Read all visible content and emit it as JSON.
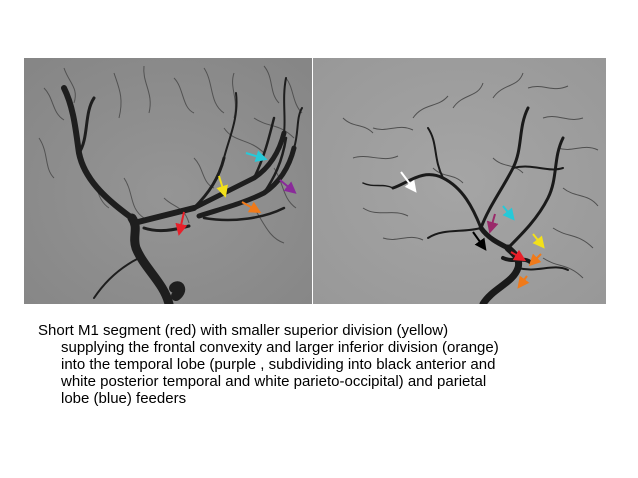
{
  "caption": {
    "lines": [
      "Short M1 segment (red) with smaller superior division (yellow)",
      "supplying the frontal convexity and larger inferior division (orange)",
      "into the temporal lobe (purple , subdividing into black anterior and",
      "white posterior temporal  and white parieto-occipital) and parietal",
      "lobe (blue) feeders"
    ]
  },
  "arrows": {
    "left_panel": [
      {
        "name": "red-arrow",
        "color": "#e8202a"
      },
      {
        "name": "yellow-arrow",
        "color": "#f2e01a"
      },
      {
        "name": "cyan-arrow",
        "color": "#27c9d8"
      },
      {
        "name": "purple-arrow",
        "color": "#8a2a9a"
      },
      {
        "name": "orange-arrow",
        "color": "#f07a1a"
      }
    ],
    "right_panel": [
      {
        "name": "white-arrow",
        "color": "#ffffff"
      },
      {
        "name": "black-arrow",
        "color": "#000000"
      },
      {
        "name": "purple-arrow",
        "color": "#9a2a6a"
      },
      {
        "name": "cyan-arrow",
        "color": "#27c9d8"
      },
      {
        "name": "yellow-arrow",
        "color": "#f2e01a"
      },
      {
        "name": "red-arrow",
        "color": "#e8202a"
      },
      {
        "name": "orange-arrow",
        "color": "#f07a1a"
      }
    ]
  },
  "colors": {
    "background_left": "#8e8e8e",
    "background_right": "#9c9c9c",
    "vessel": "#1e1e1e"
  }
}
